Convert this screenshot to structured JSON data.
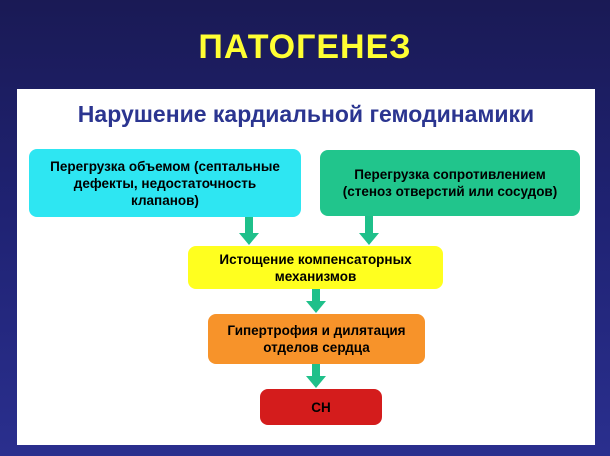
{
  "slide": {
    "title": "ПАТОГЕНЕЗ",
    "subtitle": "Нарушение кардиальной гемодинамики"
  },
  "nodes": {
    "volume_overload": [
      "Перегрузка объемом (септальные",
      "дефекты, недостаточность",
      "клапанов)"
    ],
    "resistance_overload": [
      "Перегрузка сопротивлением",
      "(стеноз отверстий или сосудов)"
    ],
    "exhaustion": [
      "Истощение компенсаторных",
      "механизмов"
    ],
    "hypertrophy": [
      "Гипертрофия и дилятация",
      "отделов сердца"
    ],
    "heart_failure": "СН"
  },
  "colors": {
    "title": "#ffff33",
    "subtitle": "#2b3590",
    "volume_overload": "#2ee6f2",
    "resistance_overload": "#21c58c",
    "exhaustion": "#ffff1f",
    "hypertrophy": "#f7932a",
    "heart_failure": "#d41c1c",
    "arrow": "#1fc08a"
  }
}
